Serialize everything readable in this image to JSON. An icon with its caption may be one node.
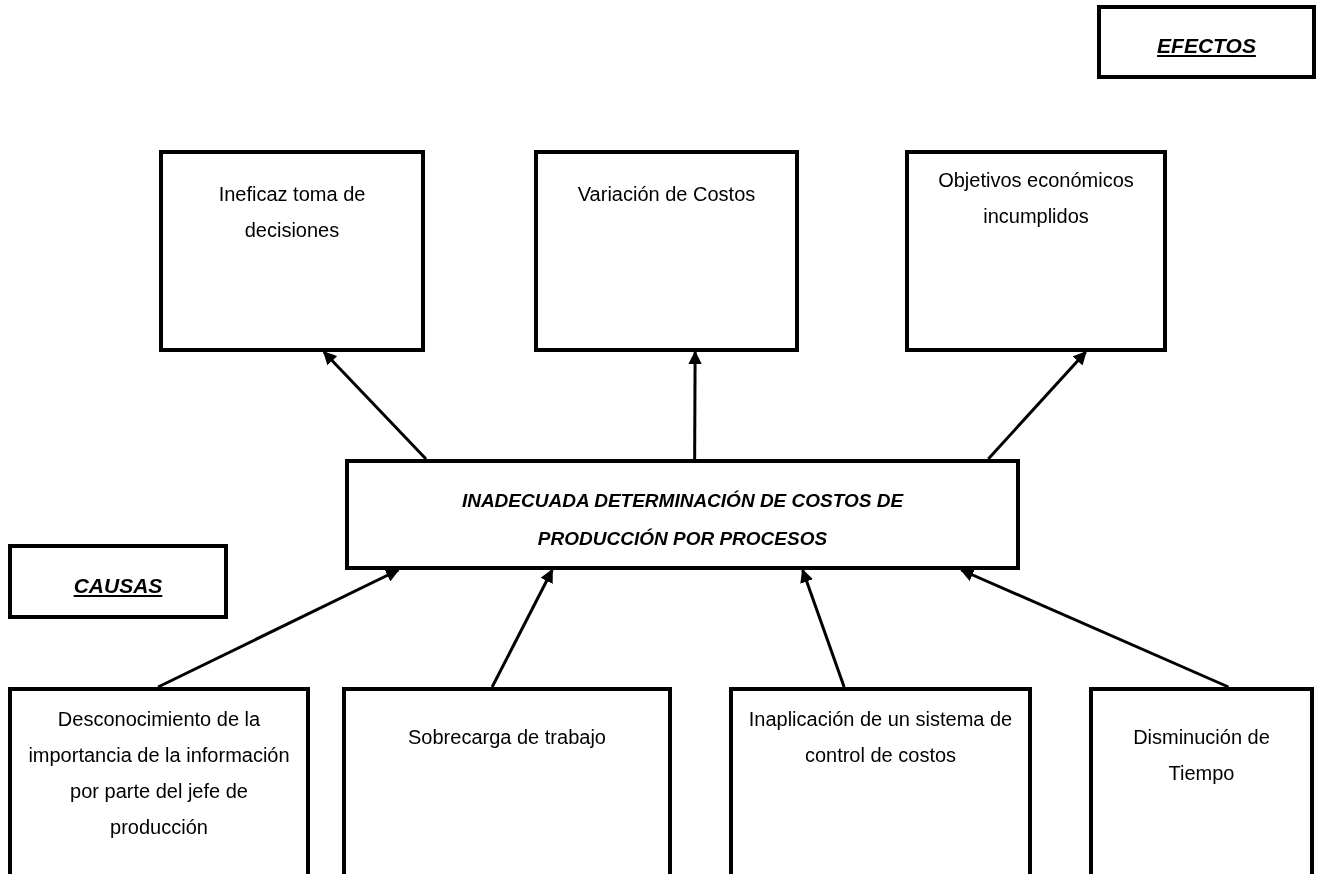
{
  "diagram": {
    "nodes": [
      {
        "text": [
          "EFECTOS"
        ]
      },
      {
        "text": [
          "Ineficaz toma de decisiones"
        ]
      },
      {
        "text": [
          "Variación de Costos"
        ]
      },
      {
        "text": [
          "Objetivos económicos incumplidos"
        ]
      },
      {
        "text": [
          "INADECUADA DETERMINACIÓN DE COSTOS DE PRODUCCIÓN POR PROCESOS"
        ]
      },
      {
        "text": [
          "CAUSAS"
        ]
      },
      {
        "text": [
          "Desconocimiento de la importancia de la información por parte del jefe de producción"
        ]
      },
      {
        "text": [
          "Sobrecarga de trabajo"
        ]
      },
      {
        "text": [
          "Inaplicación de un sistema de control de costos"
        ]
      },
      {
        "text": [
          "Disminución de Tiempo"
        ]
      }
    ],
    "edges": [
      {
        "from": 4,
        "to": 1,
        "arrow": "to"
      },
      {
        "from": 4,
        "to": 2,
        "arrow": "to"
      },
      {
        "from": 4,
        "to": 3,
        "arrow": "to"
      },
      {
        "from": 6,
        "to": 4,
        "arrow": "to"
      },
      {
        "from": 7,
        "to": 4,
        "arrow": "to"
      },
      {
        "from": 8,
        "to": 4,
        "arrow": "to"
      },
      {
        "from": 9,
        "to": 4,
        "arrow": "to"
      }
    ]
  }
}
